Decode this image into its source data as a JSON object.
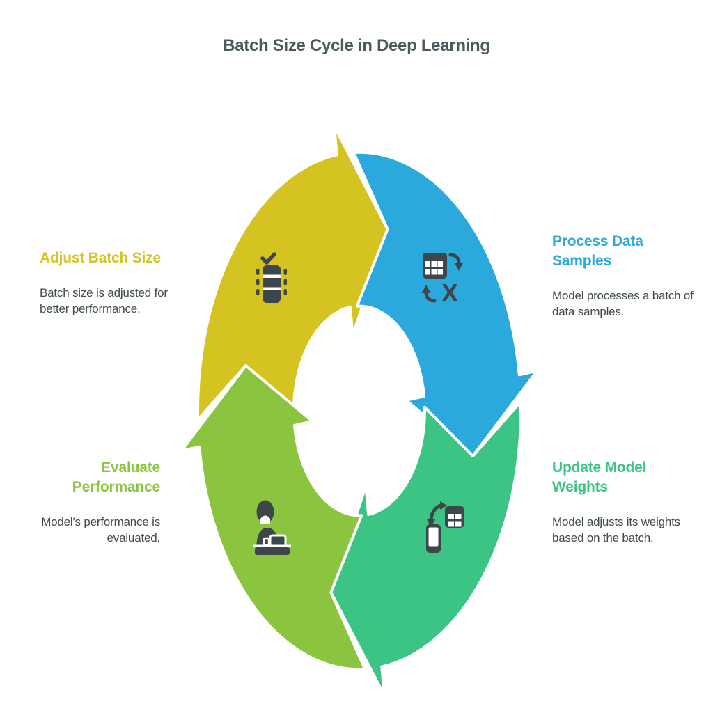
{
  "title": "Batch Size Cycle in Deep Learning",
  "colors": {
    "background": "#ffffff",
    "title_text": "#4a5a5c",
    "body_text": "#414b4e",
    "icon": "#3d464a",
    "separator": "#ffffff"
  },
  "diagram": {
    "type": "cycle",
    "direction": "clockwise",
    "steps": [
      {
        "id": "adjust-batch-size",
        "order": 1,
        "position": "top-left",
        "color": "#d5c322",
        "heading": "Adjust Batch Size",
        "description": "Batch size is adjusted for\nbetter performance.",
        "icon": "batch-table-check-icon"
      },
      {
        "id": "process-data-samples",
        "order": 2,
        "position": "top-right",
        "color": "#2ba8dc",
        "heading": "Process Data\nSamples",
        "description": "Model processes a batch of\ndata samples.",
        "icon": "table-transform-icon"
      },
      {
        "id": "update-model-weights",
        "order": 3,
        "position": "bottom-right",
        "color": "#3cc485",
        "heading": "Update Model\nWeights",
        "description": "Model adjusts its weights\nbased on the batch.",
        "icon": "device-sync-icon"
      },
      {
        "id": "evaluate-performance",
        "order": 4,
        "position": "bottom-left",
        "color": "#8bc53f",
        "heading": "Evaluate\nPerformance",
        "description": "Model's performance is\nevaluated.",
        "icon": "person-evaluating-icon"
      }
    ]
  }
}
